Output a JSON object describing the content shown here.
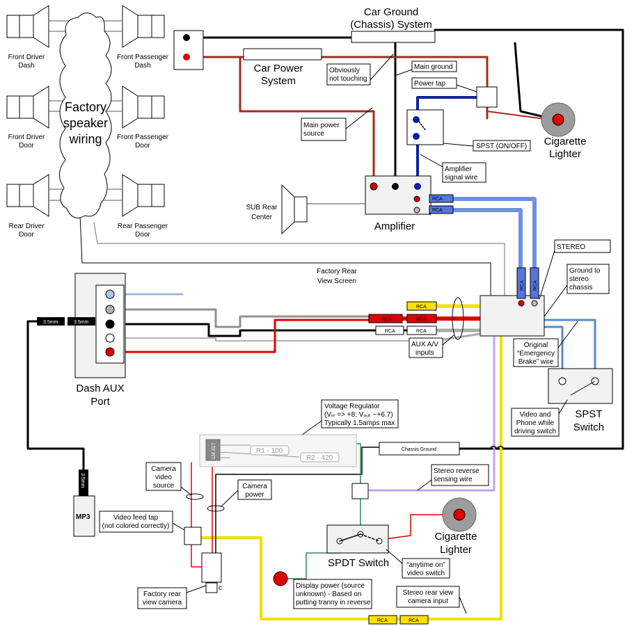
{
  "speakers": {
    "front_driver_dash": "Front Driver Dash",
    "front_passenger_dash": "Front Passenger Dash",
    "front_driver_door": "Front Driver Door",
    "front_passenger_door": "Front Passenger Door",
    "rear_driver_door": "Rear Driver Door",
    "rear_passenger_door": "Rear Passenger Door"
  },
  "factory_wiring": "Factory speaker wiring",
  "car_ground": "Car Ground (Chassis) System",
  "car_power": "Car Power System",
  "notes": {
    "not_touching": "Obviously not touching",
    "main_ground": "Main ground",
    "power_tap": "Power tap",
    "main_power_source": "Main power source",
    "spst_on_off": "SPST (ON/OFF)",
    "amp_signal_wire": "Amplifier signal wire",
    "stereo": "STEREO",
    "ground_to_stereo": "Ground to stereo chassis",
    "emergency_brake": "Original “Emergency Brake” wire",
    "video_phone": "Video and Phone while driving switch",
    "aux_av_inputs": "AUX A/V inputs",
    "factory_rear_view_screen": "Factory Rear View Screen",
    "voltage_regulator": "Voltage Regulator",
    "vr_io": "(Vᵢₙ => +8; Vₒᵤₜ ~+6.7)",
    "vr_amps": "Typically 1.5amps max",
    "camera_video_source": "Camera video source",
    "camera_power": "Camera power",
    "video_feed_tap": "Video feed tap (not colored correctly)",
    "stereo_reverse": "Stereo reverse sensing wire",
    "display_power": "Display power (source unknown) - Based on putting tranny in reverse",
    "anytime_on": "“anytime on” video switch",
    "stereo_rear_cam_input": "Stereo rear view camera input",
    "factory_rear_cam": "Factory rear view camera"
  },
  "components": {
    "cig_lighter_top": "Cigarette Lighter",
    "cig_lighter_bottom": "Cigarette Lighter",
    "amplifier": "Amplifier",
    "sub": "SUB Rear Center",
    "spst_switch": "SPST Switch",
    "spdt_switch": "SPDT Switch",
    "dash_aux_port": "Dash AUX Port",
    "mp3": "MP3",
    "chassis_ground": "Chassis Ground",
    "lm317": "LM 317",
    "r1": "R1 - 100",
    "r2": "R2 - 420"
  },
  "connectors": {
    "rca": "RCA",
    "jack_35": "3.5mm"
  },
  "colors": {
    "power_red": "#a52a1f",
    "bright_red": "#e00000",
    "signal_blue": "#1020a0",
    "rca_blue": "#7090e0",
    "stereo_blue": "#5b8ac6",
    "ground_black": "#000000",
    "gray_wire": "#909090",
    "video_yellow": "#f0e000",
    "reverse_purple": "#c8a0e8",
    "reg_green": "#2e8b57"
  }
}
